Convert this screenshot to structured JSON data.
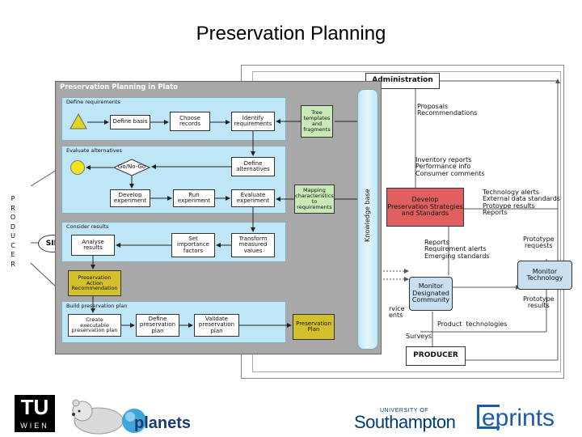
{
  "title": "Preservation Planning",
  "outer": {
    "administration": "Administration",
    "proposals": "Proposals\nRecommendations",
    "inventory": "Inventory reports\nPerformance info\nConsumer comments",
    "develop": "Develop\nPreservation Strategies\nand Standards",
    "tech_alerts": "Technology alerts\nExternal data standards\nProtoype results\nReports",
    "prototype_requests": "Prototype\nrequests",
    "monitor_technology": "Monitor\nTechnology",
    "prototype_results": "Prototype\nresults",
    "reports": "Reports\nRequirement alerts\nEmerging standards",
    "monitor_community": "Monitor\nDesignated\nCommunity",
    "product_tech": "Product  technologies",
    "surveys": "Surveys",
    "service_reqs": "rvice\nents",
    "producer": "PRODUCER",
    "producer_vertical": [
      "P",
      "R",
      "O",
      "D",
      "U",
      "C",
      "E",
      "R"
    ],
    "sip": "SIP"
  },
  "plato": {
    "title": "Preservation Planning in Plato",
    "knowledge_base": "Knowledge base",
    "define_requirements": {
      "label": "Define requirements",
      "define_basis": "Define basis",
      "choose_records": "Choose\nrecords",
      "identify_requirements": "Identify\nrequirements"
    },
    "tree_templates": "Tree\ntemplates\nand\nfragments",
    "evaluate_alternatives": {
      "label": "Evaluate alternatives",
      "go_nogo": "Go/No-Go",
      "define_alternatives": "Define\nalternatives",
      "develop_experiment": "Develop\nexperiment",
      "run_experiment": "Run\nexperiment",
      "evaluate_experiment": "Evaluate\nexperiment"
    },
    "mapping": "Mapping\ncharacteristics\nto\nrequirements",
    "consider_results": {
      "label": "Consider results",
      "analyse_results": "Analyse\nresults",
      "set_importance": "Set\nimportance\nfactors",
      "transform_values": "Transform\nmeasured\nvalues"
    },
    "recommendation": "Preservation\nAction\nRecommendation",
    "build_plan": {
      "label": "Build preservation plan",
      "create_plan": "Create\nexecutable\npreservation plan",
      "define_plan": "Define\npreservation\nplan",
      "validate_plan": "Validate\npreservation\nplan"
    },
    "preservation_plan": "Preservation\nPlan"
  },
  "logos": {
    "tu_top": "TU",
    "tu_bottom": "WIEN",
    "planets": "planets",
    "southampton_small": "UNIVERSITY OF",
    "southampton": "Southampton",
    "eprints": "eprints"
  },
  "colors": {
    "panel": "#bfe6f7",
    "dark_panel": "#a8a8a8",
    "green": "#c9eab7",
    "red": "#e06060",
    "blue": "#c9dff2",
    "yellow": "#d4c02a"
  }
}
